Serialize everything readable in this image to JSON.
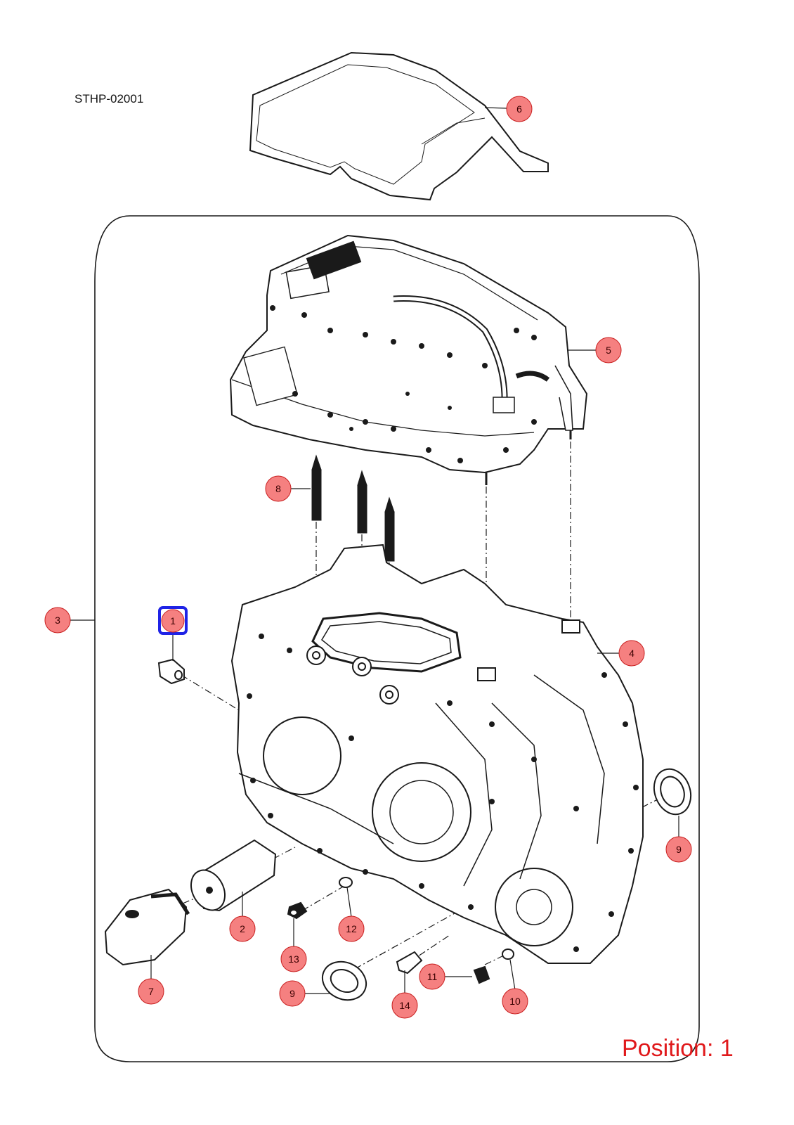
{
  "drawing": {
    "reference_code": "STHP-02001",
    "position_label": "Position: 1"
  },
  "callouts": [
    {
      "id": "callout-1",
      "label": "1",
      "selected": true
    },
    {
      "id": "callout-2",
      "label": "2"
    },
    {
      "id": "callout-3",
      "label": "3"
    },
    {
      "id": "callout-4",
      "label": "4"
    },
    {
      "id": "callout-5",
      "label": "5"
    },
    {
      "id": "callout-6",
      "label": "6"
    },
    {
      "id": "callout-7",
      "label": "7"
    },
    {
      "id": "callout-8",
      "label": "8"
    },
    {
      "id": "callout-9a",
      "label": "9"
    },
    {
      "id": "callout-9b",
      "label": "9"
    },
    {
      "id": "callout-10",
      "label": "10"
    },
    {
      "id": "callout-11",
      "label": "11"
    },
    {
      "id": "callout-12",
      "label": "12"
    },
    {
      "id": "callout-13",
      "label": "13"
    },
    {
      "id": "callout-14",
      "label": "14"
    }
  ],
  "colors": {
    "callout_fill": "#f58080",
    "callout_stroke": "#c81e1e",
    "selection_outline": "#1f23e6",
    "position_text": "#e0191b",
    "line_art": "#1a1a1a"
  }
}
